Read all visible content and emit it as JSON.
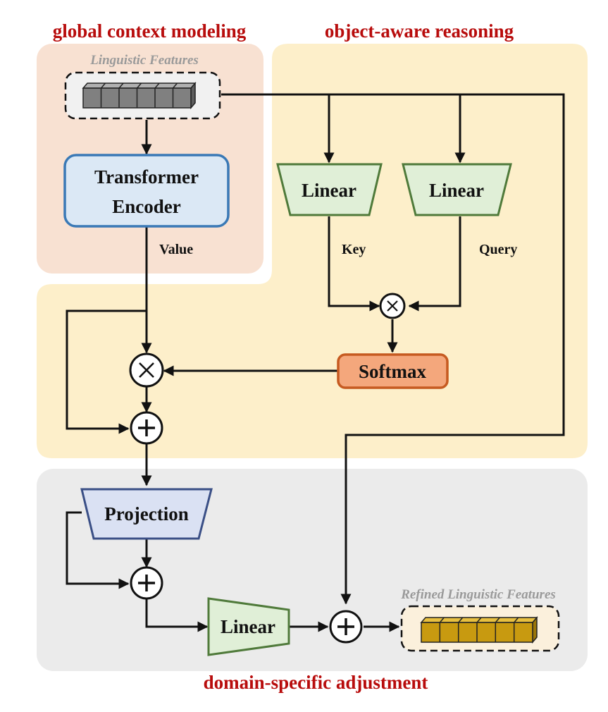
{
  "sections": {
    "global_context": "global context modeling",
    "object_aware": "object-aware reasoning",
    "domain_specific": "domain-specific adjustment"
  },
  "inputs": {
    "linguistic_features": "Linguistic Features",
    "refined_linguistic_features": "Refined Linguistic Features"
  },
  "blocks": {
    "transformer_line1": "Transformer",
    "transformer_line2": "Encoder",
    "linear_key": "Linear",
    "linear_query": "Linear",
    "softmax": "Softmax",
    "projection": "Projection",
    "linear_out": "Linear"
  },
  "edge_labels": {
    "value": "Value",
    "key": "Key",
    "query": "Query"
  },
  "colors": {
    "section_title": "#b80c0c",
    "global_bg": "#f8e1d2",
    "object_bg": "#fdefca",
    "domain_bg": "#ebebeb",
    "transformer_fill": "#dbe8f5",
    "transformer_stroke": "#3a79b6",
    "linear_fill": "#e0efd7",
    "linear_stroke": "#4f7a3a",
    "softmax_fill": "#f4a77c",
    "softmax_stroke": "#c65a20",
    "projection_fill": "#dae1f3",
    "projection_stroke": "#3a4f86",
    "input_cube": "#808080",
    "output_cube": "#c89a10"
  },
  "icons": {
    "multiply": "times-circle-icon",
    "add": "plus-circle-icon"
  }
}
